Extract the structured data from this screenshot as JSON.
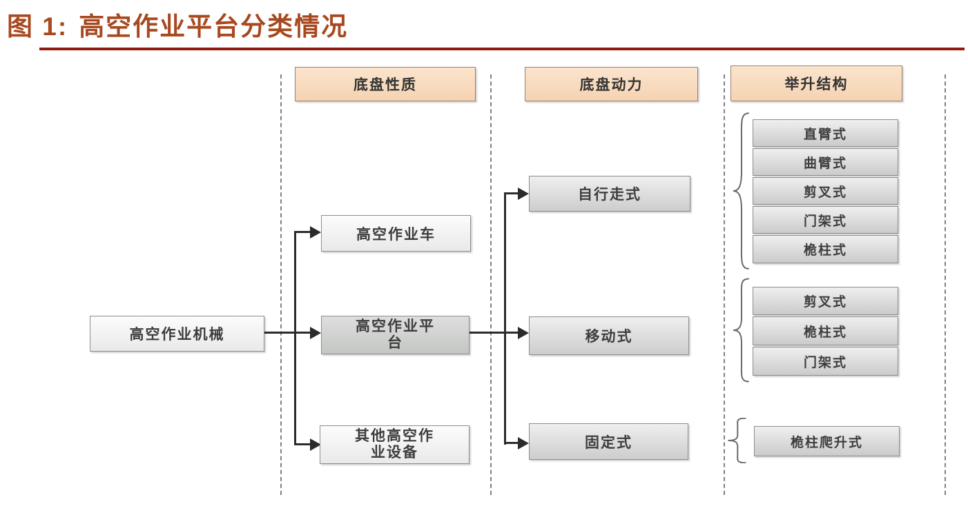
{
  "title": {
    "label": "图 1:",
    "text": "高空作业平台分类情况"
  },
  "colors": {
    "title": "#A8481F",
    "rule": "#8E1A10",
    "header_fill": "#F8DCC2",
    "line": "#2B2B2B",
    "box_border": "#8C8C8C"
  },
  "headers": [
    {
      "label": "底盘性质"
    },
    {
      "label": "底盘动力"
    },
    {
      "label": "举升结构"
    }
  ],
  "root": {
    "label": "高空作业机械"
  },
  "level2": [
    {
      "label": "高空作业车"
    },
    {
      "label": "高空作业平台"
    },
    {
      "label": "其他高空作业设备"
    }
  ],
  "level3": [
    {
      "label": "自行走式"
    },
    {
      "label": "移动式"
    },
    {
      "label": "固定式"
    }
  ],
  "groups": [
    {
      "items": [
        "直臂式",
        "曲臂式",
        "剪叉式",
        "门架式",
        "桅柱式"
      ]
    },
    {
      "items": [
        "剪叉式",
        "桅柱式",
        "门架式"
      ]
    },
    {
      "items": [
        "桅柱爬升式"
      ]
    }
  ]
}
